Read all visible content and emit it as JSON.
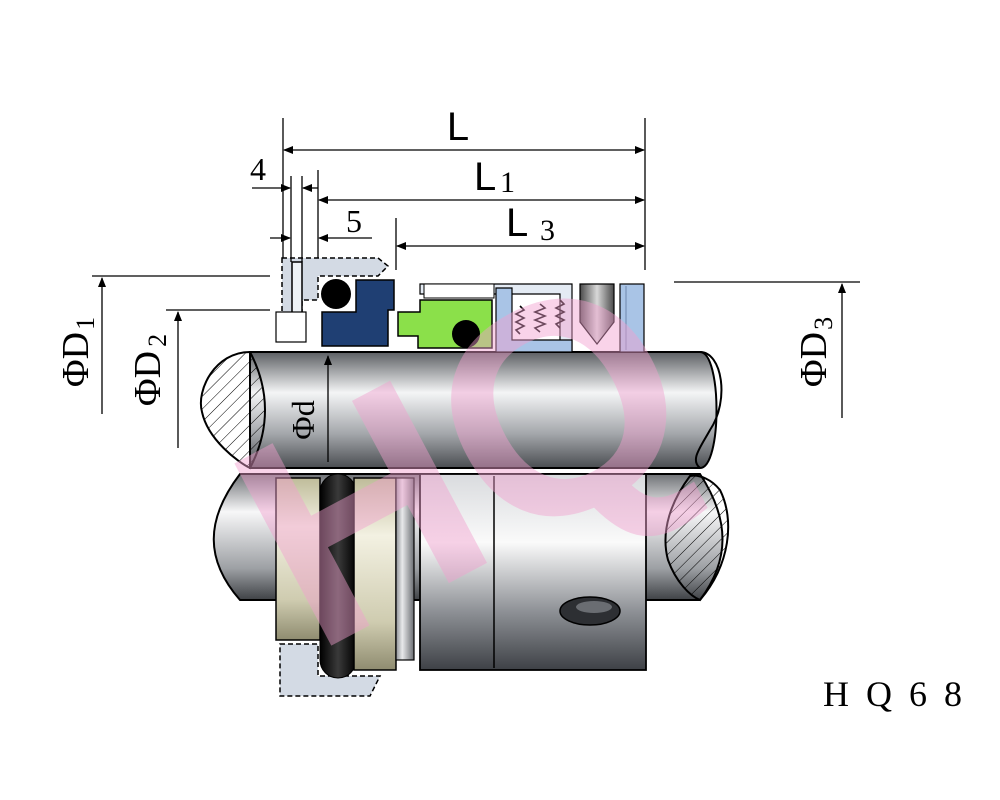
{
  "drawing": {
    "model": "H Q 6 8",
    "watermark": "HQ",
    "dimensions": {
      "L": "L",
      "L1_main": "L",
      "L1_sub": "1",
      "L3_main": "L",
      "L3_sub": "3",
      "d4": "4",
      "d5": "5",
      "D1_main": "ΦD",
      "D1_sub": "1",
      "D2_main": "ΦD",
      "D2_sub": "2",
      "D3_main": "ΦD",
      "D3_sub": "3",
      "d": "Φd"
    }
  },
  "colors": {
    "seat_blue": "#1f3f73",
    "ring_green": "#8be04a",
    "spring_blue": "#a9c4e6",
    "seat_grey": "#d3dae4",
    "watermark_pink": "#f2a0cf",
    "line": "#000000"
  }
}
